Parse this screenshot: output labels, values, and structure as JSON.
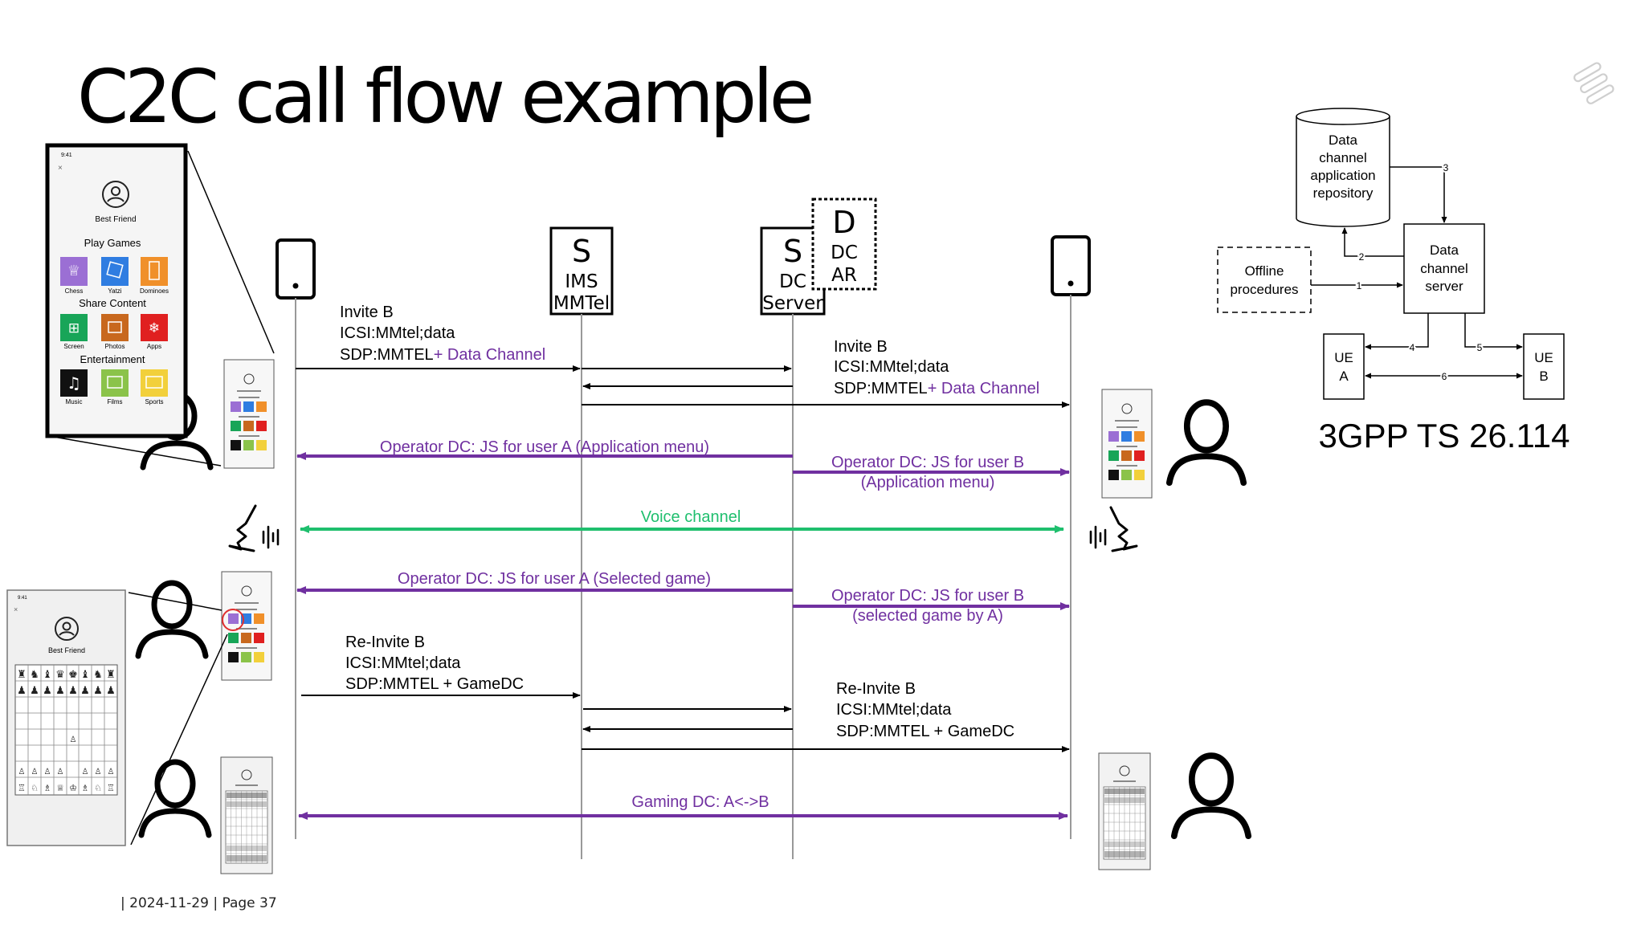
{
  "slide": {
    "title": "C2C call flow example",
    "footer": "|  2024-11-29  |  Page 37",
    "reference": "3GPP TS 26.114"
  },
  "nodes": {
    "ims_s": "S",
    "ims_label_1": "IMS",
    "ims_label_2": "MMTel",
    "dc_s": "S",
    "dc_label_1": "DC",
    "dc_label_2": "Server",
    "ar_d": "D",
    "ar_label_1": "DC",
    "ar_label_2": "AR"
  },
  "messages": {
    "invite_a": [
      "Invite B",
      "ICSI:MMtel;data",
      "SDP:MMTEL"
    ],
    "invite_a_dc": "+ Data Channel",
    "invite_b": [
      "Invite B",
      "ICSI:MMtel;data",
      "SDP:MMTEL"
    ],
    "invite_b_dc": "+ Data Channel",
    "op_dc_a_menu": "Operator DC: JS for user A (Application menu)",
    "op_dc_b_menu": [
      "Operator DC: JS for user B",
      "(Application menu)"
    ],
    "voice": "Voice channel",
    "op_dc_a_game": "Operator DC: JS for user A (Selected game)",
    "op_dc_b_game": [
      "Operator DC: JS for user B",
      "(selected game by A)"
    ],
    "reinvite_a": [
      "Re-Invite B",
      "ICSI:MMtel;data",
      "SDP:MMTEL + GameDC"
    ],
    "reinvite_b": [
      "Re-Invite B",
      "ICSI:MMtel;data",
      "SDP:MMTEL + GameDC"
    ],
    "gaming": "Gaming DC: A<->B"
  },
  "phone_menu": {
    "time": "9:41",
    "contact": "Best Friend",
    "section_play": "Play Games",
    "play": [
      "Chess",
      "Yatzi",
      "Dominoes"
    ],
    "section_share": "Share Content",
    "share": [
      "Screen",
      "Photos",
      "Apps"
    ],
    "section_ent": "Entertainment",
    "ent": [
      "Music",
      "Films",
      "Sports"
    ]
  },
  "phone_chess": {
    "time": "9:41",
    "contact": "Best Friend"
  },
  "arch": {
    "repo": [
      "Data",
      "channel",
      "application",
      "repository"
    ],
    "offline": [
      "Offline",
      "procedures"
    ],
    "server": [
      "Data",
      "channel",
      "server"
    ],
    "ue_a": [
      "UE",
      "A"
    ],
    "ue_b": [
      "UE",
      "B"
    ],
    "edges": [
      "1",
      "2",
      "3",
      "4",
      "5",
      "6"
    ]
  },
  "colors": {
    "purple": "#7030a0",
    "green": "#1fbf6e",
    "black": "#000000"
  }
}
